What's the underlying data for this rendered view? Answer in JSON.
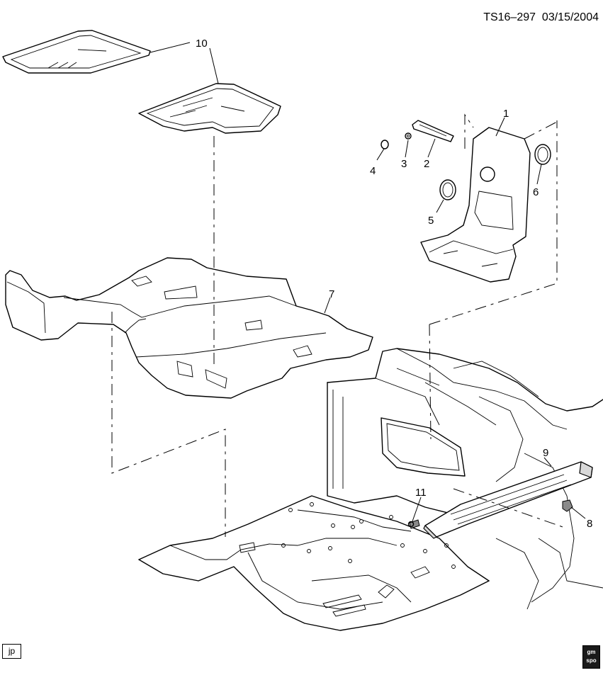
{
  "header": {
    "drawing_code": "TS16–297",
    "date": "03/15/2004"
  },
  "callouts": [
    "1",
    "2",
    "3",
    "4",
    "5",
    "6",
    "7",
    "8",
    "9",
    "10",
    "11"
  ],
  "footer": {
    "initials": "jp",
    "logo_text_top": "gm",
    "logo_text_bottom": "spo",
    "logo_icon": "gm-spo-logo-icon"
  }
}
